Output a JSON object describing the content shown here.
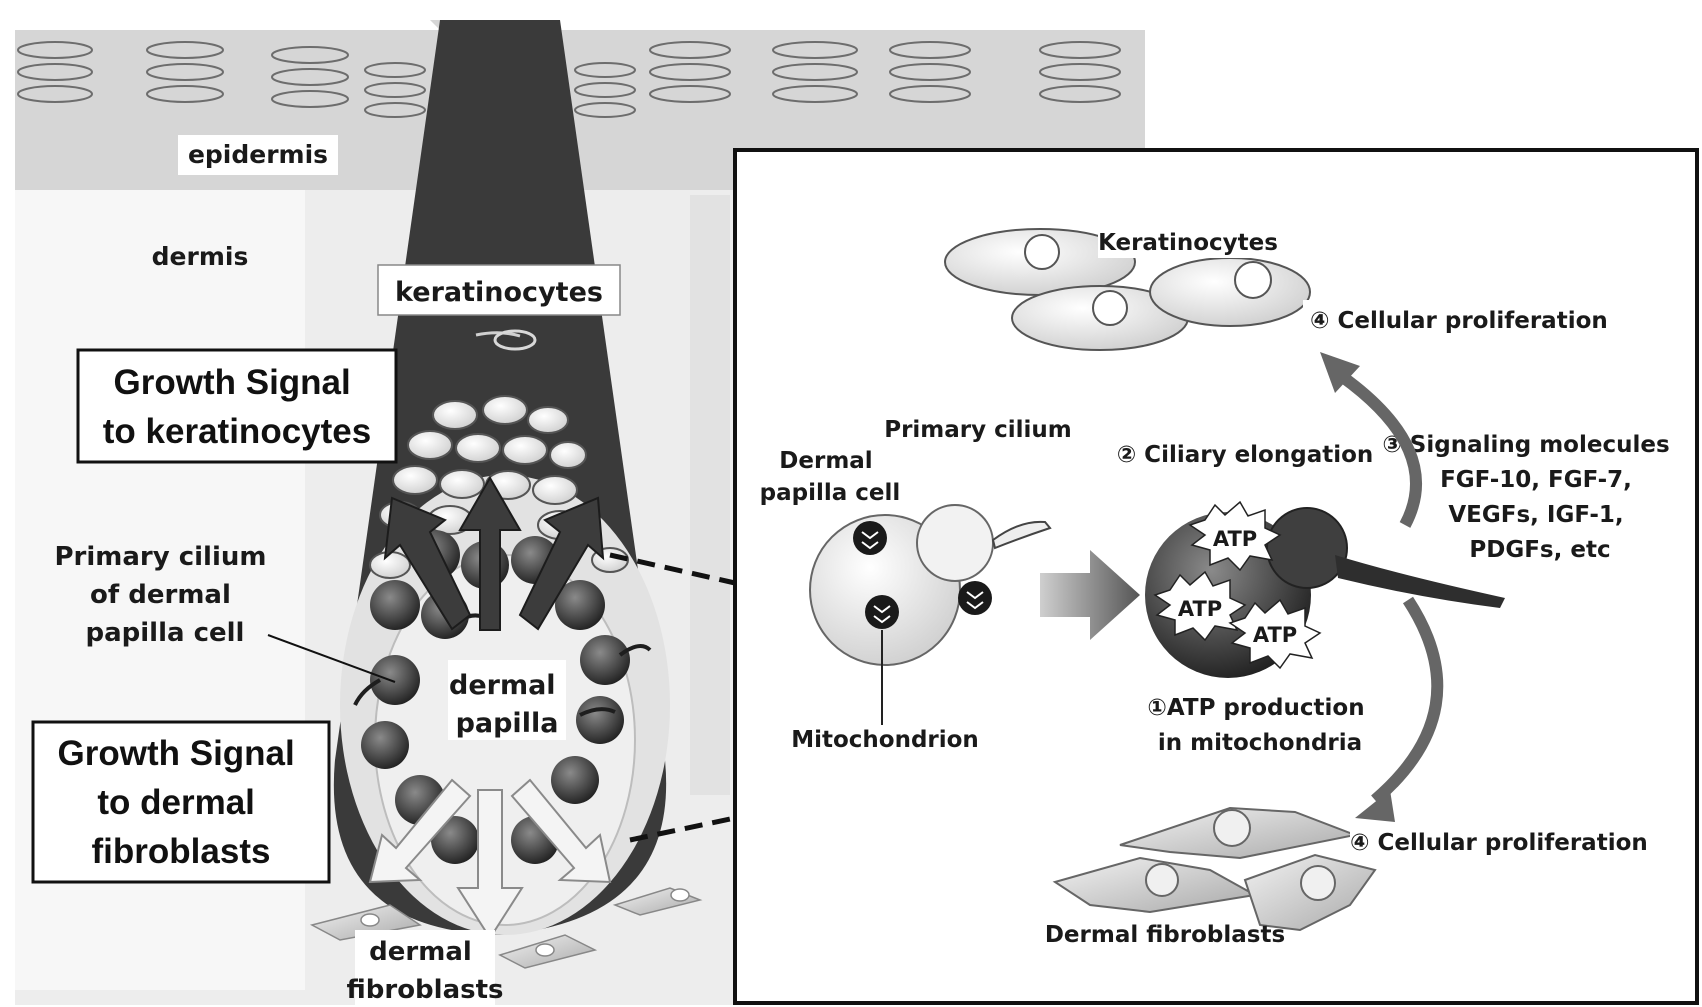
{
  "left_panel": {
    "epidermis": "epidermis",
    "dermis": "dermis",
    "keratinocytes": "keratinocytes",
    "growth_keratinocytes": [
      "Growth Signal",
      "to keratinocytes"
    ],
    "primary_cilium": [
      "Primary cilium",
      "of dermal",
      "papilla cell"
    ],
    "dermal_papilla": [
      "dermal",
      "papilla"
    ],
    "growth_fibroblasts": [
      "Growth Signal",
      "to dermal",
      "fibroblasts"
    ],
    "dermal_fibroblasts": [
      "dermal",
      "fibroblasts"
    ]
  },
  "inset": {
    "keratinocytes": "Keratinocytes",
    "proliferation_top": "④ Cellular proliferation",
    "primary_cilium": "Primary cilium",
    "dermal_papilla_cell": [
      "Dermal",
      "papilla cell"
    ],
    "ciliary_elongation": "② Ciliary elongation",
    "signaling": [
      "③ Signaling molecules",
      "FGF-10, FGF-7,",
      "VEGFs, IGF-1,",
      "PDGFs, etc"
    ],
    "atp": "ATP",
    "mitochondrion": "Mitochondrion",
    "atp_production": [
      "①ATP production",
      "in mitochondria"
    ],
    "proliferation_bottom": "④ Cellular proliferation",
    "dermal_fibroblasts": "Dermal fibroblasts"
  },
  "colors": {
    "follicle_dark": "#3a3a3a",
    "tissue_gray": "#dcdcdc",
    "cell_dark": "#2e2e2e",
    "box_border": "#111111"
  }
}
